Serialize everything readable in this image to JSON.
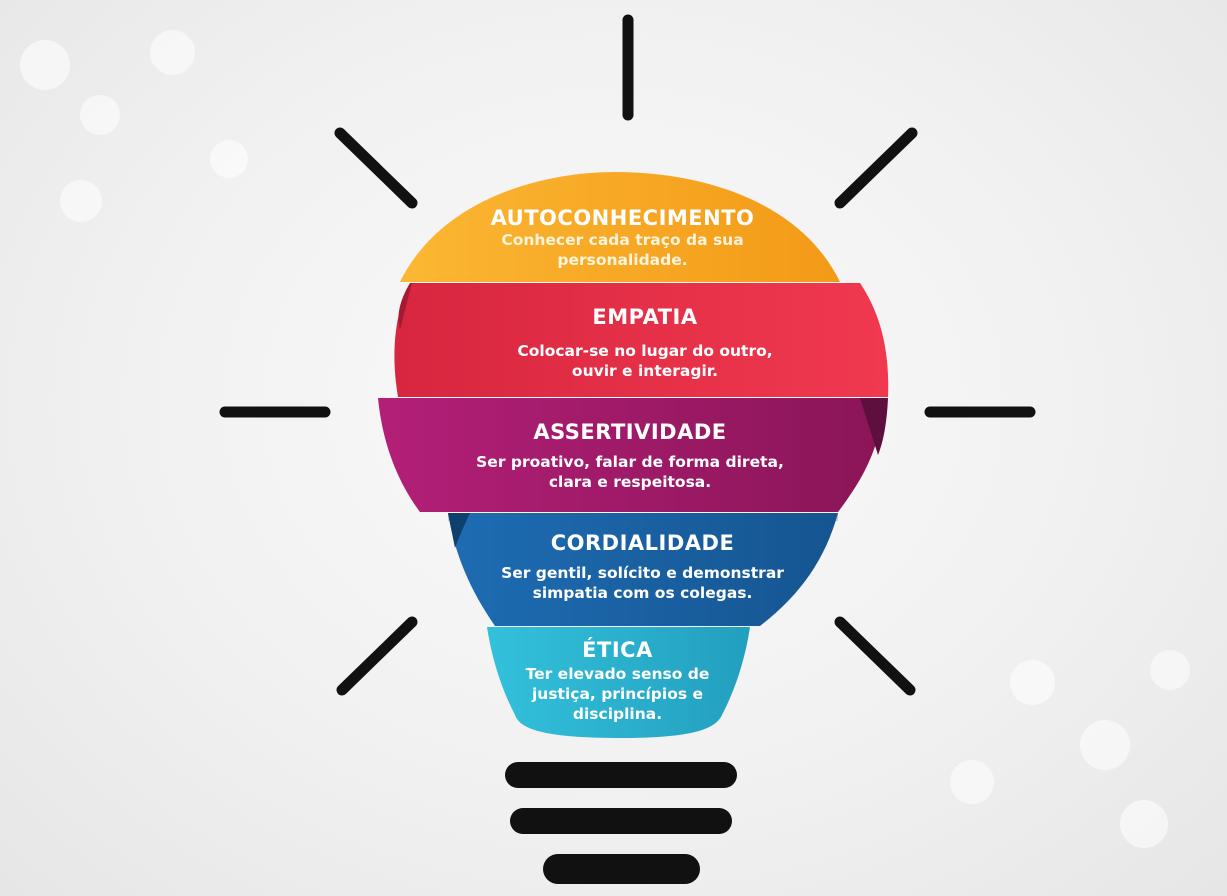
{
  "segments": [
    {
      "title": "AUTOCONHECIMENTO",
      "lines": [
        "Conhecer cada traço da sua",
        "personalidade."
      ],
      "color": "#f8ac22"
    },
    {
      "title": "EMPATIA",
      "lines": [
        "Colocar-se no lugar do outro,",
        "ouvir e interagir."
      ],
      "color": "#e63146"
    },
    {
      "title": "ASSERTIVIDADE",
      "lines": [
        "Ser proativo, falar de forma direta,",
        "clara e respeitosa."
      ],
      "color": "#a81c6f"
    },
    {
      "title": "CORDIALIDADE",
      "lines": [
        "Ser gentil, solícito e demonstrar",
        "simpatia com os colegas."
      ],
      "color": "#1c63a6"
    },
    {
      "title": "ÉTICA",
      "lines": [
        "Ter elevado senso de",
        "justiça, princípios e",
        "disciplina."
      ],
      "color": "#2bb8d4"
    }
  ],
  "icons": {
    "rays": "light-ray-icon",
    "base": "bulb-base-icon"
  }
}
